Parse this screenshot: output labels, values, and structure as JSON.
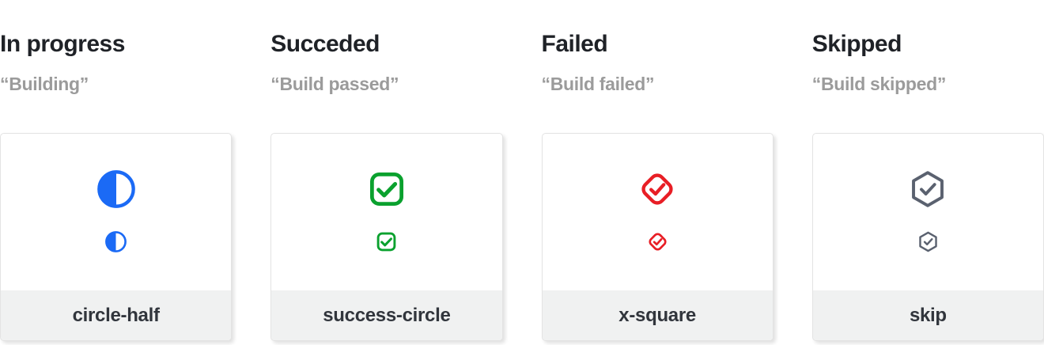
{
  "colors": {
    "heading": "#1F2227",
    "subtitle": "#9B9B9B",
    "card_border": "#E3E3E3",
    "card_bg": "#FFFFFF",
    "footer_bg": "#F0F1F1",
    "footer_text": "#31353C",
    "in_progress_blue": "#1B6AF5",
    "success_green": "#0AA12E",
    "failed_red": "#E81E25",
    "skipped_slate": "#5A616F"
  },
  "columns": [
    {
      "title": "In progress",
      "subtitle": "“Building”",
      "label": "circle-half",
      "icon": "half-filled-circle",
      "icon_color": "#1B6AF5"
    },
    {
      "title": "Succeded",
      "subtitle": "“Build passed”",
      "label": "success-circle",
      "icon": "checkbox-check",
      "icon_color": "#0AA12E"
    },
    {
      "title": "Failed",
      "subtitle": "“Build failed”",
      "label": "x-square",
      "icon": "diamond-check",
      "icon_color": "#E81E25"
    },
    {
      "title": "Skipped",
      "subtitle": "“Build skipped”",
      "label": "skip",
      "icon": "hexagon-check",
      "icon_color": "#5A616F"
    }
  ]
}
